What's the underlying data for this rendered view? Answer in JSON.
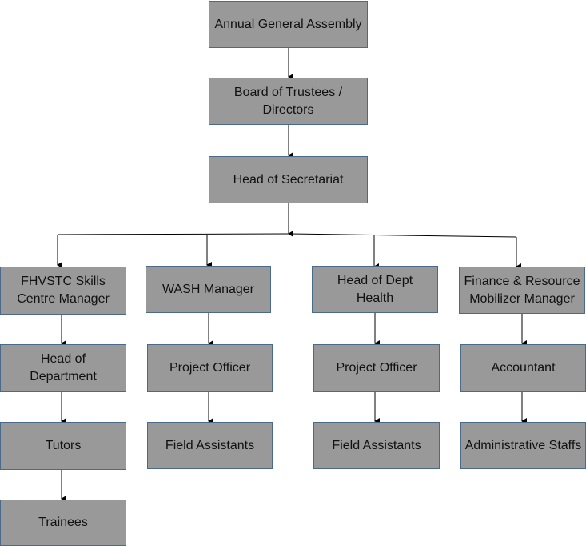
{
  "org_chart": {
    "top": {
      "agm": "Annual General Assembly",
      "board": "Board of Trustees /\nDirectors",
      "secretariat": "Head of Secretariat"
    },
    "skills_branch": {
      "manager": "FHVSTC Skills\nCentre Manager",
      "head_department": "Head of\nDepartment",
      "tutors": "Tutors",
      "trainees": "Trainees"
    },
    "wash_branch": {
      "manager": "WASH Manager",
      "project_officer": "Project Officer",
      "field_assistants": "Field Assistants"
    },
    "health_branch": {
      "manager": "Head of Dept\nHealth",
      "project_officer": "Project Officer",
      "field_assistants": "Field Assistants"
    },
    "finance_branch": {
      "manager": "Finance & Resource\nMobilizer Manager",
      "accountant": "Accountant",
      "admin_staff": "Administrative Staffs"
    }
  },
  "colors": {
    "box_fill": "#999999",
    "box_border": "#4a6a8a",
    "connector": "#000000"
  }
}
